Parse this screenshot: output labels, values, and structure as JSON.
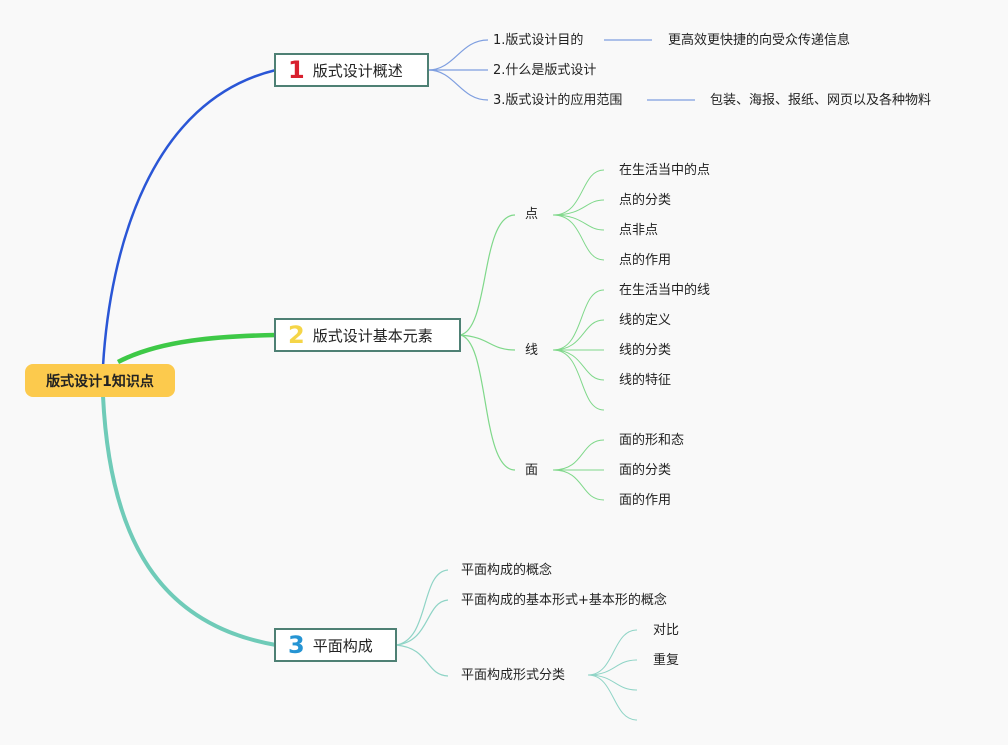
{
  "root": {
    "label": "版式设计1知识点"
  },
  "topics": [
    {
      "number": "1",
      "label": "版式设计概述",
      "items": [
        {
          "label": "1.版式设计目的",
          "detail": "更高效更快捷的向受众传递信息"
        },
        {
          "label": "2.什么是版式设计"
        },
        {
          "label": "3.版式设计的应用范围",
          "detail": "包装、海报、报纸、网页以及各种物料"
        }
      ]
    },
    {
      "number": "2",
      "label": "版式设计基本元素",
      "groups": [
        {
          "label": "点",
          "items": [
            "在生活当中的点",
            "点的分类",
            "点非点",
            "点的作用"
          ]
        },
        {
          "label": "线",
          "items": [
            "在生活当中的线",
            "线的定义",
            "线的分类",
            "线的特征",
            ""
          ]
        },
        {
          "label": "面",
          "items": [
            "面的形和态",
            "面的分类",
            "面的作用"
          ]
        }
      ]
    },
    {
      "number": "3",
      "label": "平面构成",
      "items": [
        {
          "label": "平面构成的概念"
        },
        {
          "label": "平面构成的基本形式+基本形的概念"
        },
        {
          "label": "平面构成形式分类",
          "children": [
            "对比",
            "重复",
            "",
            ""
          ]
        }
      ]
    }
  ],
  "colors": {
    "branch1": "#2a56d6",
    "branch2": "#3ec947",
    "branch3": "#6fcbb8",
    "sub1": "#7f9fe0",
    "sub2": "#7fd88a",
    "sub3": "#8fd4c6",
    "root_fill": "#fcca4d",
    "topic_border": "#4e8074"
  }
}
